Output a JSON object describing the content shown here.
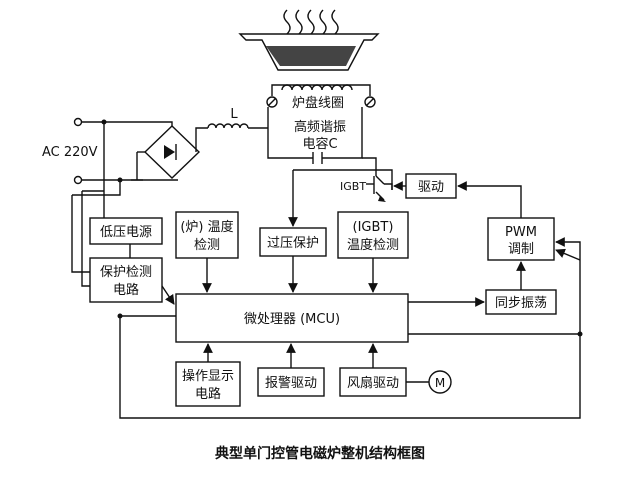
{
  "labels": {
    "coil": "炉盘线圈",
    "resonant_cap_line1": "高频谐振",
    "resonant_cap_line2": "电容C",
    "inductor": "L",
    "ac_input": "AC 220V",
    "igbt": "IGBT",
    "motor": "M"
  },
  "blocks": {
    "low_voltage_supply": "低压电源",
    "protection_line1": "保护检测",
    "protection_line2": "电路",
    "furnace_temp_line1": "(炉) 温度",
    "furnace_temp_line2": "检测",
    "overvoltage": "过压保护",
    "igbt_temp_line1": "(IGBT)",
    "igbt_temp_line2": "温度检测",
    "pwm_line1": "PWM",
    "pwm_line2": "调制",
    "driver": "驱动",
    "sync_osc": "同步振荡",
    "mcu": "微处理器 (MCU)",
    "display_line1": "操作显示",
    "display_line2": "电路",
    "alarm": "报警驱动",
    "fan": "风扇驱动"
  },
  "caption": "典型单门控管电磁炉整机结构框图"
}
